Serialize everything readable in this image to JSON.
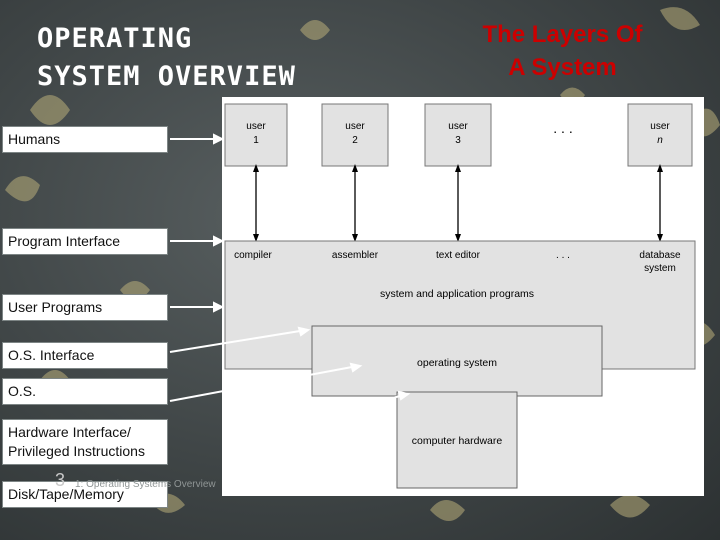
{
  "title_left": "OPERATING\nSYSTEM OVERVIEW",
  "title_right": "The Layers Of\nA System",
  "layer_labels": [
    "Humans",
    "Program Interface",
    "User Programs",
    "O.S. Interface",
    "O.S.",
    "Hardware Interface/\nPrivileged Instructions",
    "Disk/Tape/Memory"
  ],
  "users": [
    {
      "line1": "user",
      "line2": "1"
    },
    {
      "line1": "user",
      "line2": "2"
    },
    {
      "line1": "user",
      "line2": "3"
    },
    {
      "line1": "user",
      "line2": "n"
    }
  ],
  "ellipsis": ". . .",
  "programs": [
    "compiler",
    "assembler",
    "text editor",
    "database",
    "system"
  ],
  "system_programs_label": "system and application programs",
  "os_label": "operating system",
  "hardware_label": "computer hardware",
  "footer": {
    "slide_number": "3",
    "text": "1: Operating Systems Overview"
  },
  "colors": {
    "title_right": "#cc0000",
    "diagram_gray": "#e2e2e2",
    "background": "#4a5051"
  }
}
